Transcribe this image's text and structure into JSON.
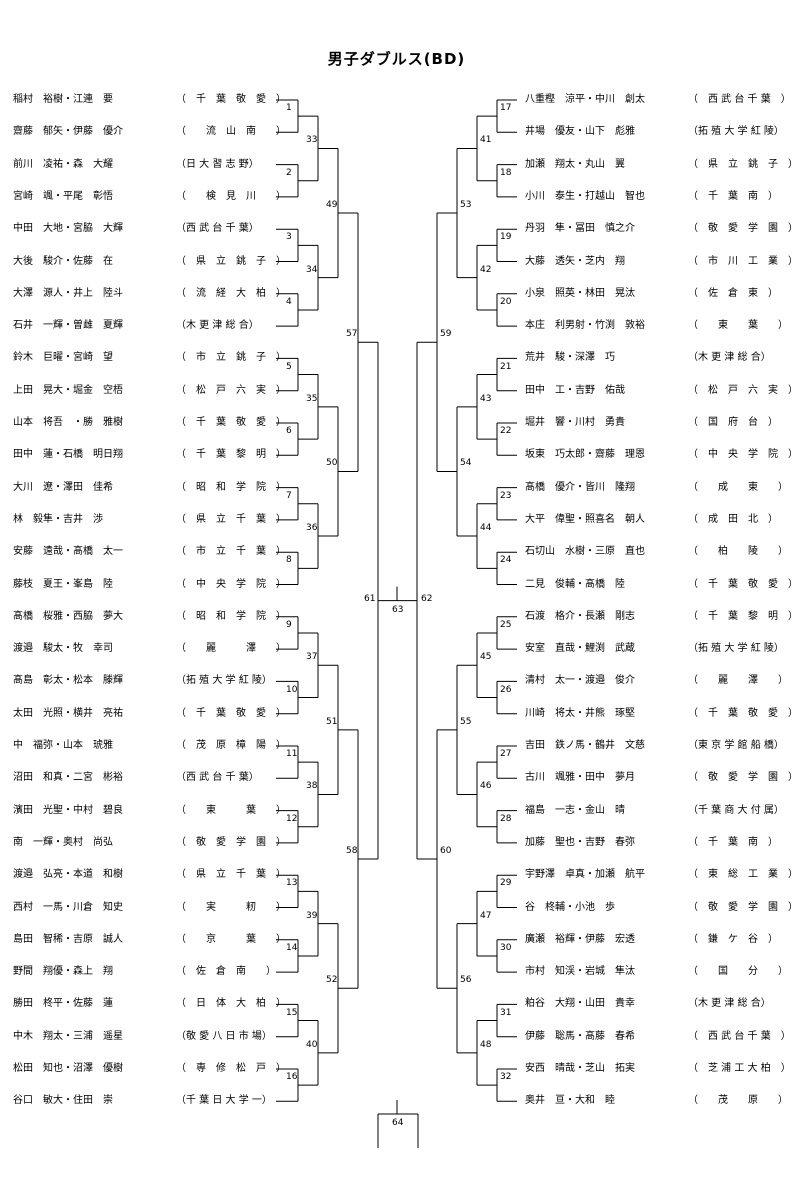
{
  "title": "男子ダブルス(BD)",
  "left_entries": [
    {
      "name": "稲村　裕樹・江連　要",
      "school": "（　千　葉　敬　愛　）"
    },
    {
      "name": "齋藤　郁矢・伊藤　優介",
      "school": "（　　流　山　南　　）"
    },
    {
      "name": "前川　凌祐・森　大耀",
      "school": "（日 大 習 志 野）"
    },
    {
      "name": "宮崎　颯・平尾　彰悟",
      "school": "（　　検　見　川　　）"
    },
    {
      "name": "中田　大地・宮脇　大輝",
      "school": "（西 武 台 千 葉）"
    },
    {
      "name": "大後　駿介・佐藤　在",
      "school": "（　県　立　銚　子　）"
    },
    {
      "name": "大澤　源人・井上　陸斗",
      "school": "（　流　経　大　柏　）"
    },
    {
      "name": "石井　一輝・曽雌　夏輝",
      "school": "（木 更 津 総 合）"
    },
    {
      "name": "鈴木　巨曜・宮崎　望",
      "school": "（　市　立　銚　子　）"
    },
    {
      "name": "上田　晃大・堀金　空梧",
      "school": "（　松　戸　六　実　）"
    },
    {
      "name": "山本　将吾　・勝　雅樹",
      "school": "（　千　葉　敬　愛　）"
    },
    {
      "name": "田中　蓮・石橋　明日翔",
      "school": "（　千　葉　黎　明　）"
    },
    {
      "name": "大川　遼・澤田　佳希",
      "school": "（　昭　和　学　院　）"
    },
    {
      "name": "林　毅隼・吉井　渉",
      "school": "（　県　立　千　葉　）"
    },
    {
      "name": "安藤　遠哉・髙橋　太一",
      "school": "（　市　立　千　葉　）"
    },
    {
      "name": "藤枝　夏王・峯島　陸",
      "school": "（　中　央　学　院　）"
    },
    {
      "name": "髙橋　桜雅・西脇　夢大",
      "school": "（　昭　和　学　院　）"
    },
    {
      "name": "渡邉　駿太・牧　幸司",
      "school": "（　　麗　　　澤　　）"
    },
    {
      "name": "髙島　彰太・松本　滕輝",
      "school": "（拓 殖 大 学 紅 陵）"
    },
    {
      "name": "太田　光照・横井　亮祐",
      "school": "（　千　葉　敬　愛　）"
    },
    {
      "name": "中　福弥・山本　琥雅",
      "school": "（　茂　原　樟　陽　）"
    },
    {
      "name": "沼田　和真・二宮　彬裕",
      "school": "（西 武 台 千 葉）"
    },
    {
      "name": "濱田　光聖・中村　碧良",
      "school": "（　　東　　　葉　　）"
    },
    {
      "name": "南　一輝・奥村　尚弘",
      "school": "（　敬　愛　学　園　）"
    },
    {
      "name": "渡邉　弘亮・本道　和樹",
      "school": "（　県　立　千　葉　）"
    },
    {
      "name": "西村　一馬・川倉　知史",
      "school": "（　　実　　　籾　　）"
    },
    {
      "name": "島田　智稀・吉原　誠人",
      "school": "（　　京　　　葉　　）"
    },
    {
      "name": "野間　翔優・森上　翔",
      "school": "（　佐　倉　南　　）"
    },
    {
      "name": "勝田　柊平・佐藤　蓮",
      "school": "（　日　体　大　柏　）"
    },
    {
      "name": "中木　翔太・三浦　遥星",
      "school": "（敬 愛 八 日 市 場）"
    },
    {
      "name": "松田　知也・沼澤　優樹",
      "school": "（　専　修　松　戸　）"
    },
    {
      "name": "谷口　敏大・住田　崇",
      "school": "（千 葉 日 大 学 一）"
    }
  ],
  "right_entries": [
    {
      "name": "八重樫　涼平・中川　創太",
      "school": "（　西 武 台 千 葉　）"
    },
    {
      "name": "井場　優友・山下　彪雅",
      "school": "（拓 殖 大 学 紅 陵）"
    },
    {
      "name": "加瀬　翔太・丸山　翼",
      "school": "（　県　立　銚　子　）"
    },
    {
      "name": "小川　泰生・打越山　智也",
      "school": "（　千　葉　南　）"
    },
    {
      "name": "丹羽　隼・冨田　慎之介",
      "school": "（　敬　愛　学　園　）"
    },
    {
      "name": "大藤　透矢・芝内　翔",
      "school": "（　市　川　工　業　）"
    },
    {
      "name": "小泉　照英・林田　晃汰",
      "school": "（　佐　倉　東　）"
    },
    {
      "name": "本庄　利男射・竹渕　敦裕",
      "school": "（　　東　　葉　　）"
    },
    {
      "name": "荒井　駿・深澤　巧",
      "school": "（木 更 津 総 合）"
    },
    {
      "name": "田中　工・吉野　佑哉",
      "school": "（　松　戸　六　実　）"
    },
    {
      "name": "堀井　響・川村　勇貴",
      "school": "（　国　府　台　）"
    },
    {
      "name": "坂東　巧太郎・齋藤　理恩",
      "school": "（　中　央　学　院　）"
    },
    {
      "name": "髙橋　優介・皆川　隆翔",
      "school": "（　　成　　東　　）"
    },
    {
      "name": "大平　偉聖・照喜名　朝人",
      "school": "（　成　田　北　）"
    },
    {
      "name": "石切山　水樹・三原　直也",
      "school": "（　　柏　　陵　　）"
    },
    {
      "name": "二見　俊輔・髙橋　陸",
      "school": "（　千　葉　敬　愛　）"
    },
    {
      "name": "石渡　格介・長瀬　剛志",
      "school": "（　千　葉　黎　明　）"
    },
    {
      "name": "安室　直哉・鯉渕　武蔵",
      "school": "（拓 殖 大 学 紅 陵）"
    },
    {
      "name": "清村　太一・渡邉　俊介",
      "school": "（　　麗　　澤　　）"
    },
    {
      "name": "川崎　将太・井熊　琢堅",
      "school": "（　千　葉　敬　愛　）"
    },
    {
      "name": "吉田　鉄ノ馬・鶴井　文慈",
      "school": "（東 京 学 館 船 橋）"
    },
    {
      "name": "古川　颯雅・田中　夢月",
      "school": "（　敬　愛　学　園　）"
    },
    {
      "name": "福島　一志・金山　晴",
      "school": "（千 葉 商 大 付 属）"
    },
    {
      "name": "加藤　聖也・吉野　春弥",
      "school": "（　千　葉　南　）"
    },
    {
      "name": "宇野澤　卓真・加瀬　航平",
      "school": "（　東　総　工　業　）"
    },
    {
      "name": "谷　柊輔・小池　歩",
      "school": "（　敬　愛　学　園　）"
    },
    {
      "name": "廣瀬　裕輝・伊藤　宏透",
      "school": "（　鎌　ケ　谷　）"
    },
    {
      "name": "市村　知渓・岩城　隼汰",
      "school": "（　　国　　分　　）"
    },
    {
      "name": "粕谷　大翔・山田　貴幸",
      "school": "（木 更 津 総 合）"
    },
    {
      "name": "伊藤　聡馬・髙藤　春希",
      "school": "（　西 武 台 千 葉　）"
    },
    {
      "name": "安西　晴哉・芝山　拓実",
      "school": "（　芝 浦 工 大 柏　）"
    },
    {
      "name": "奥井　亘・大和　睦",
      "school": "（　　茂　　原　　）"
    }
  ],
  "match_numbers": {
    "left_r1": [
      "1",
      "2",
      "3",
      "4",
      "5",
      "6",
      "7",
      "8",
      "9",
      "10",
      "11",
      "12",
      "13",
      "14",
      "15",
      "16"
    ],
    "left_r2": [
      "33",
      "34",
      "35",
      "36",
      "37",
      "38",
      "39",
      "40"
    ],
    "left_r3": [
      "49",
      "50",
      "51",
      "52"
    ],
    "left_r4": [
      "57",
      "58"
    ],
    "left_r5": "61",
    "right_r1": [
      "17",
      "18",
      "19",
      "20",
      "21",
      "22",
      "23",
      "24",
      "25",
      "26",
      "27",
      "28",
      "29",
      "30",
      "31",
      "32"
    ],
    "right_r2": [
      "41",
      "42",
      "43",
      "44",
      "45",
      "46",
      "47",
      "48"
    ],
    "right_r3": [
      "53",
      "54",
      "55",
      "56"
    ],
    "right_r4": [
      "59",
      "60"
    ],
    "right_r5": "62",
    "final": "63",
    "third_place": "64"
  }
}
